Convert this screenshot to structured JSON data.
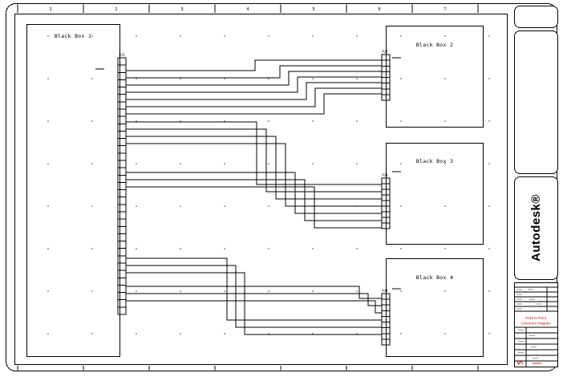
{
  "drawing": {
    "ruler": [
      "1",
      "2",
      "3",
      "4",
      "5",
      "6",
      "7"
    ],
    "boxes": [
      {
        "label": "Black Box 1",
        "connector": "PJ1"
      },
      {
        "label": "Black Box 2",
        "connector": "PJ2"
      },
      {
        "label": "Black Box 3",
        "connector": "PJ3"
      },
      {
        "label": "Black Box 4",
        "connector": "PJ4"
      }
    ]
  },
  "sidebar": {
    "logo": "Autodesk®"
  },
  "titleblock": {
    "line1": "Point to Point",
    "line2": "Connector Diagram"
  },
  "colors": {
    "ink": "#000000",
    "red": "#aa1111"
  }
}
